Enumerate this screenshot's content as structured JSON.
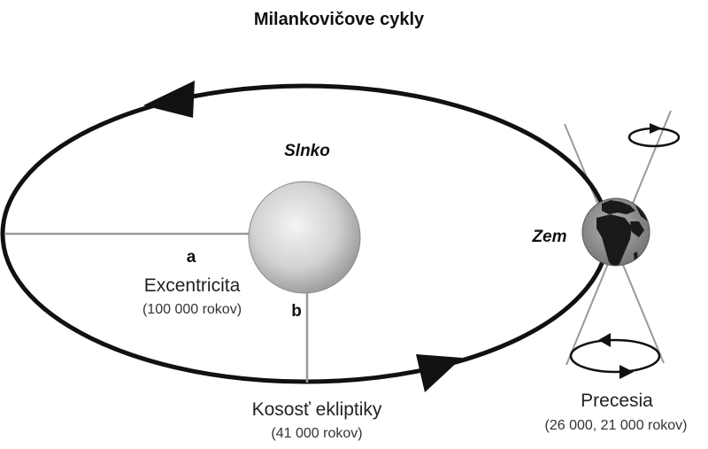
{
  "title": "Milankovičove cykly",
  "sun_label": "Slnko",
  "earth_label": "Zem",
  "axis_a": "a",
  "axis_b": "b",
  "excentricita": {
    "label": "Excentricita",
    "period": "(100 000 rokov)"
  },
  "kosost": {
    "label": "Kososť ekliptiky",
    "period": "(41 000 rokov)"
  },
  "precesia": {
    "label": "Precesia",
    "period": "(26 000, 21 000 rokov)"
  },
  "colors": {
    "orbit": "#111111",
    "axis_lines": "#9a9a9a",
    "sun": "#c9c9c9",
    "earth_ocean": "#8e8e8e",
    "earth_land": "#1a1a1a"
  },
  "icons": {
    "orbit_direction": "arrowhead-icon",
    "rotation": "rotation-arrow-icon"
  }
}
